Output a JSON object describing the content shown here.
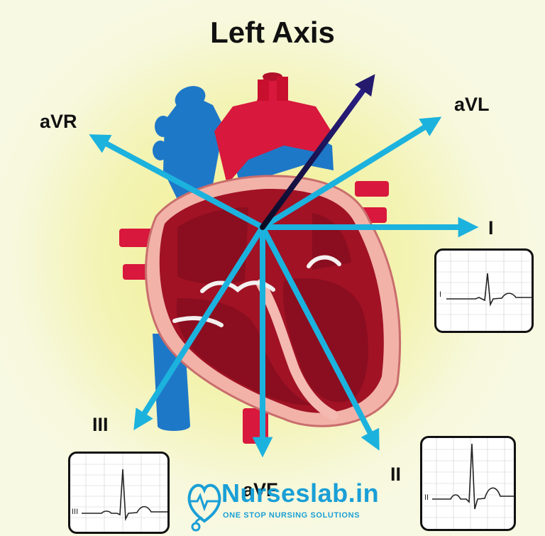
{
  "title": "Left Axis",
  "leads": {
    "avr": "aVR",
    "avl": "aVL",
    "i": "I",
    "ii": "II",
    "iii": "III",
    "avf": "aVF"
  },
  "ecg_strips": {
    "lead_i": "I",
    "lead_ii": "II",
    "lead_iii": "III"
  },
  "colors": {
    "lead_vector": "#1cb2de",
    "axis_vector": "#241a6e",
    "heart_red": "#c8102e",
    "vein_blue": "#1e78c8",
    "brand": "#1a9fd6"
  },
  "logo": {
    "name": "Nurseslab.in",
    "tagline": "ONE STOP NURSING SOLUTIONS"
  }
}
